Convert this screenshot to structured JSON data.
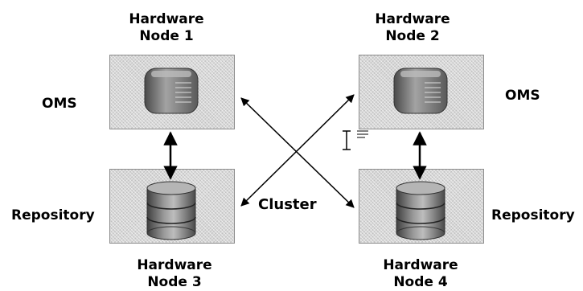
{
  "nodes": {
    "node1": {
      "title_line1": "Hardware",
      "title_line2": "Node 1",
      "role": "OMS",
      "icon": "server-icon"
    },
    "node2": {
      "title_line1": "Hardware",
      "title_line2": "Node 2",
      "role": "OMS",
      "icon": "server-icon"
    },
    "node3": {
      "title_line1": "Hardware",
      "title_line2": "Node 3",
      "role": "Repository",
      "icon": "database-icon"
    },
    "node4": {
      "title_line1": "Hardware",
      "title_line2": "Node 4",
      "role": "Repository",
      "icon": "database-icon"
    }
  },
  "center_label": "Cluster",
  "colors": {
    "box_fill": "#d7d7d7",
    "box_border": "#8c8c8c",
    "icon_gray": "#7a7a7a",
    "arrow": "#000000"
  }
}
